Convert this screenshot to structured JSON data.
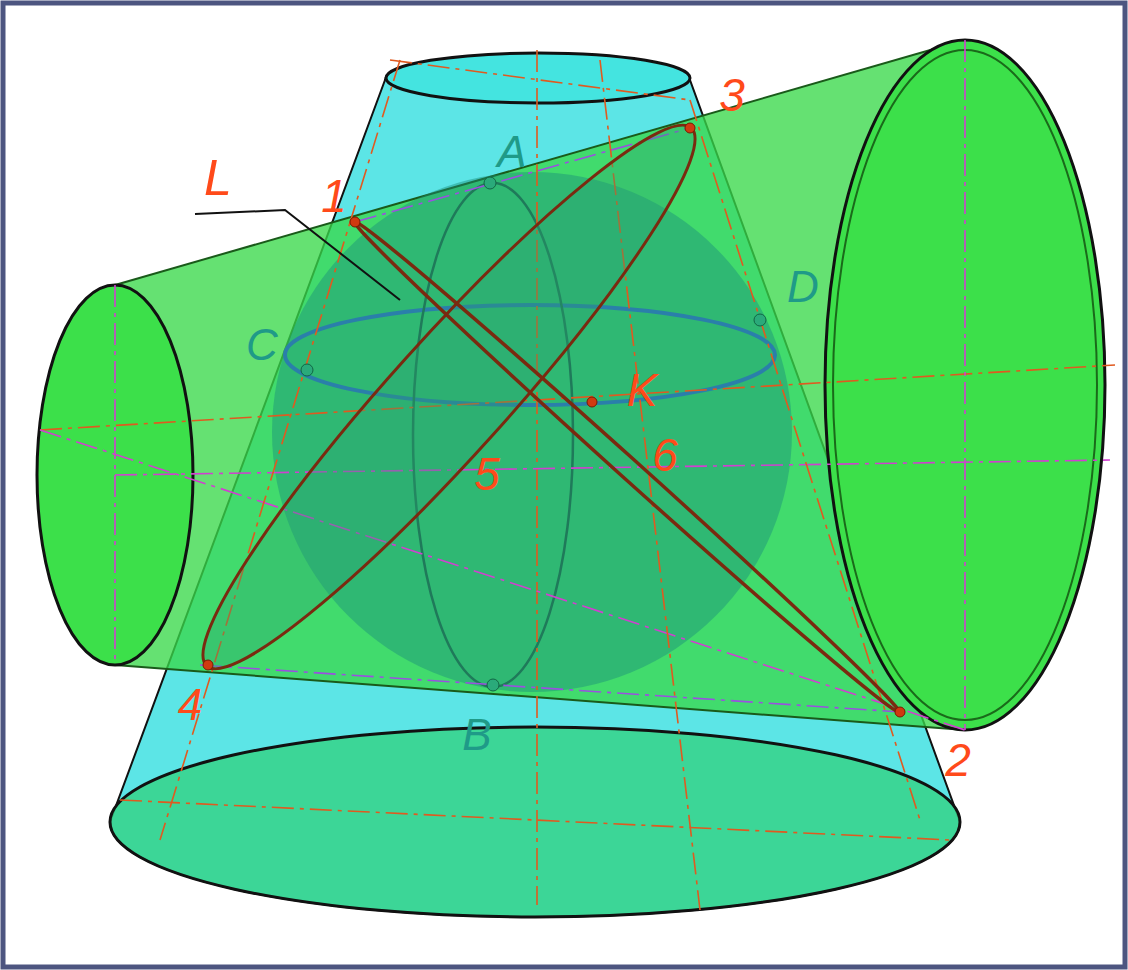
{
  "diagram": {
    "labels": [
      "L",
      "1",
      "3",
      "A",
      "C",
      "D",
      "K",
      "5",
      "6",
      "B",
      "4",
      "2"
    ]
  }
}
